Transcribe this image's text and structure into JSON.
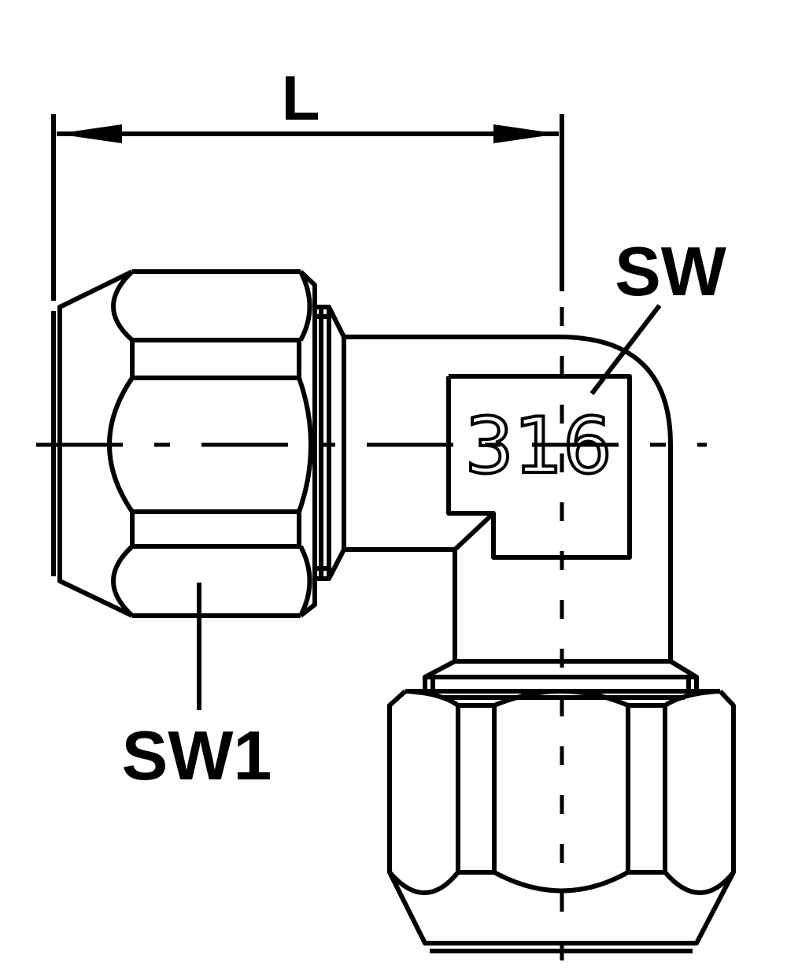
{
  "labels": {
    "length": "L",
    "wrench_size": "SW",
    "wrench_size_1": "SW1",
    "material": "316"
  }
}
